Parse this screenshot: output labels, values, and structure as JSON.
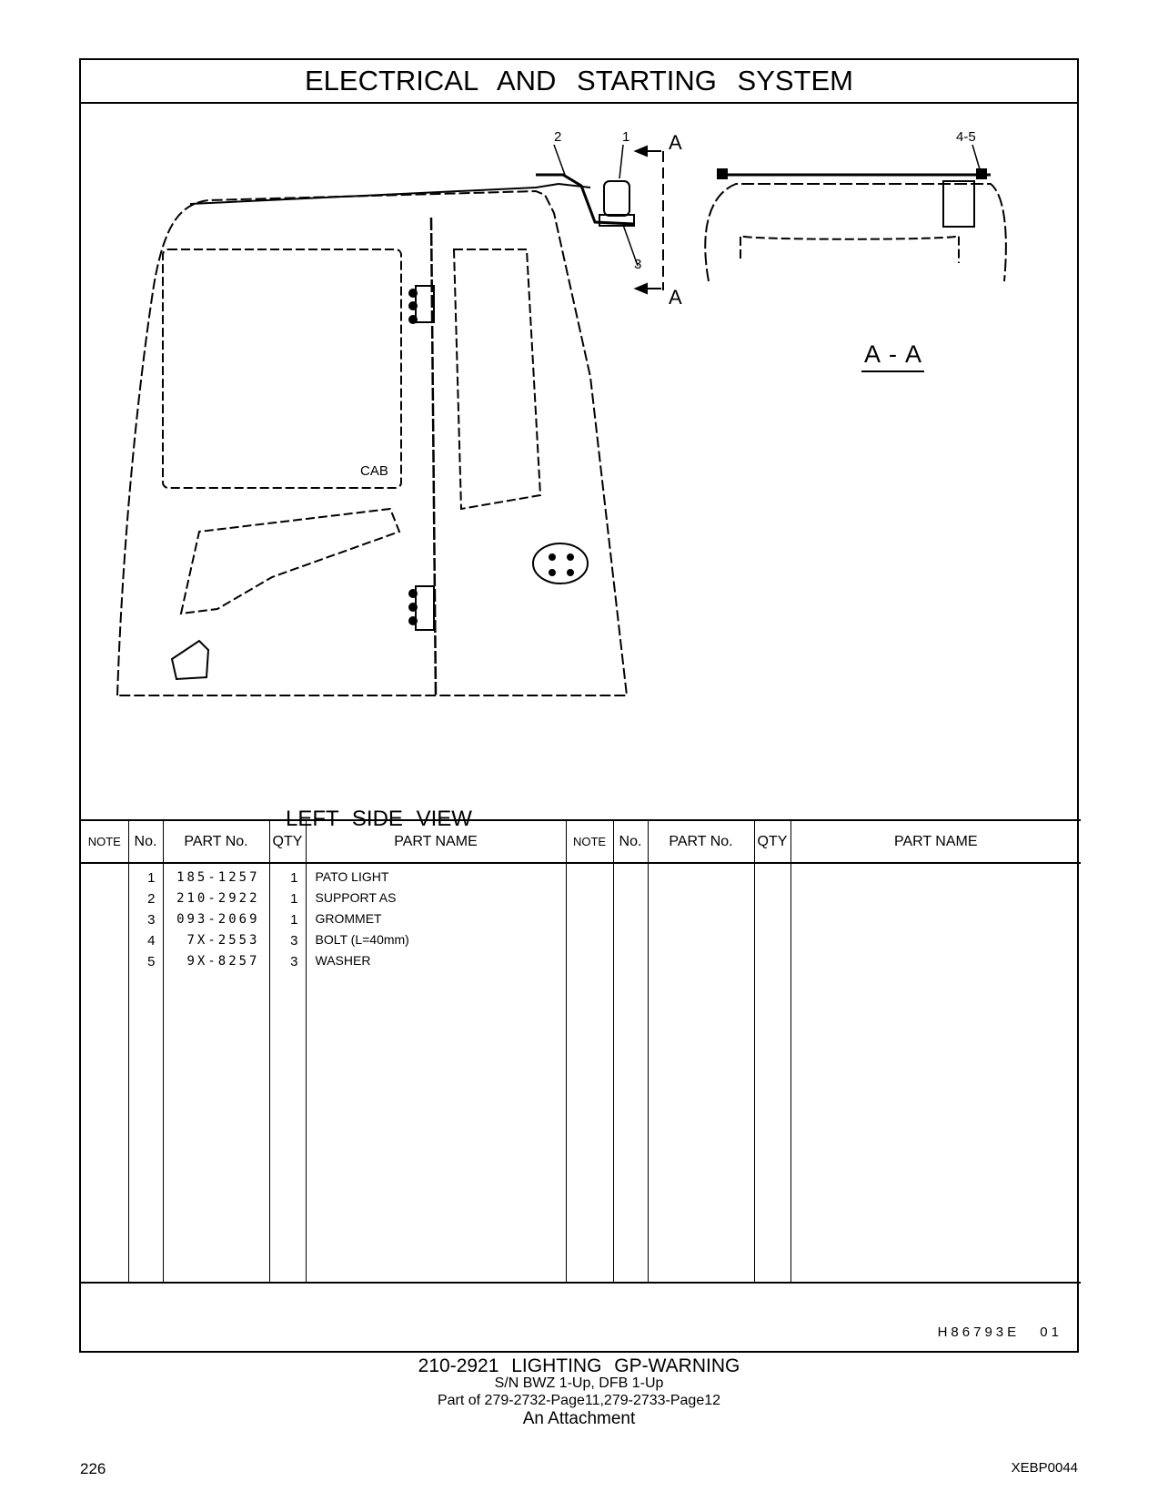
{
  "header": {
    "title": "ELECTRICAL AND STARTING SYSTEM"
  },
  "drawing": {
    "callouts": {
      "c1": "1",
      "c2": "2",
      "c3": "3",
      "c45": "4-5",
      "a_top": "A",
      "a_bottom": "A"
    },
    "cab_label": "CAB",
    "view_title": "LEFT SIDE VIEW",
    "section_title": "A - A"
  },
  "table": {
    "headers": [
      "NOTE",
      "No.",
      "PART No.",
      "QTY",
      "PART NAME",
      "NOTE",
      "No.",
      "PART No.",
      "QTY",
      "PART NAME"
    ],
    "rows": [
      {
        "no": "1",
        "part": "185-1257",
        "qty": "1",
        "name": "PATO LIGHT"
      },
      {
        "no": "2",
        "part": "210-2922",
        "qty": "1",
        "name": "SUPPORT AS"
      },
      {
        "no": "3",
        "part": "093-2069",
        "qty": "1",
        "name": "GROMMET"
      },
      {
        "no": "4",
        "part": "7X-2553",
        "qty": "3",
        "name": "BOLT (L=40mm)"
      },
      {
        "no": "5",
        "part": "9X-8257",
        "qty": "3",
        "name": "WASHER"
      }
    ]
  },
  "drawing_code": "H86793E 01",
  "footer": {
    "title": "210-2921 LIGHTING GP-WARNING",
    "serial": "S/N BWZ 1-Up, DFB 1-Up",
    "part_of": "Part of 279-2732-Page11,279-2733-Page12",
    "attachment": "An Attachment",
    "page_number": "226",
    "doc_code": "XEBP0044"
  }
}
